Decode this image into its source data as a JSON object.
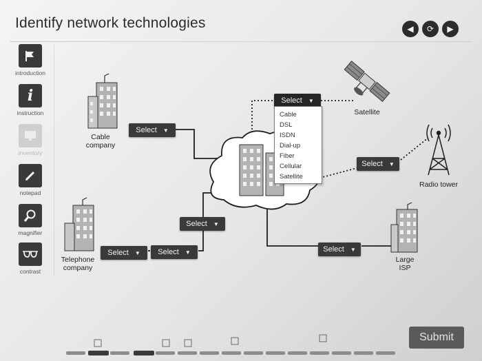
{
  "header": {
    "title": "Identify network technologies",
    "nav_prev_icon": "back-icon",
    "nav_reload_icon": "refresh-icon",
    "nav_next_icon": "forward-icon"
  },
  "tools": [
    {
      "label": "introduction",
      "icon": "flag-icon",
      "enabled": true
    },
    {
      "label": "instruction",
      "icon": "info-icon",
      "enabled": true
    },
    {
      "label": "inventory",
      "icon": "monitor-icon",
      "enabled": false
    },
    {
      "label": "notepad",
      "icon": "pencil-icon",
      "enabled": true
    },
    {
      "label": "magnifier",
      "icon": "magnifier-icon",
      "enabled": true
    },
    {
      "label": "contrast",
      "icon": "glasses-icon",
      "enabled": true
    }
  ],
  "diagram": {
    "nodes": {
      "cable_company": "Cable\ncompany",
      "telephone_company": "Telephone\ncompany",
      "satellite": "Satellite",
      "radio_tower": "Radio tower",
      "large_isp": "Large\nISP"
    },
    "select_label": "Select",
    "open_menu": {
      "label": "Select",
      "options": [
        "Cable",
        "DSL",
        "ISDN",
        "Dial-up",
        "Fiber",
        "Cellular",
        "Satellite"
      ]
    }
  },
  "footer": {
    "submit_label": "Submit"
  }
}
